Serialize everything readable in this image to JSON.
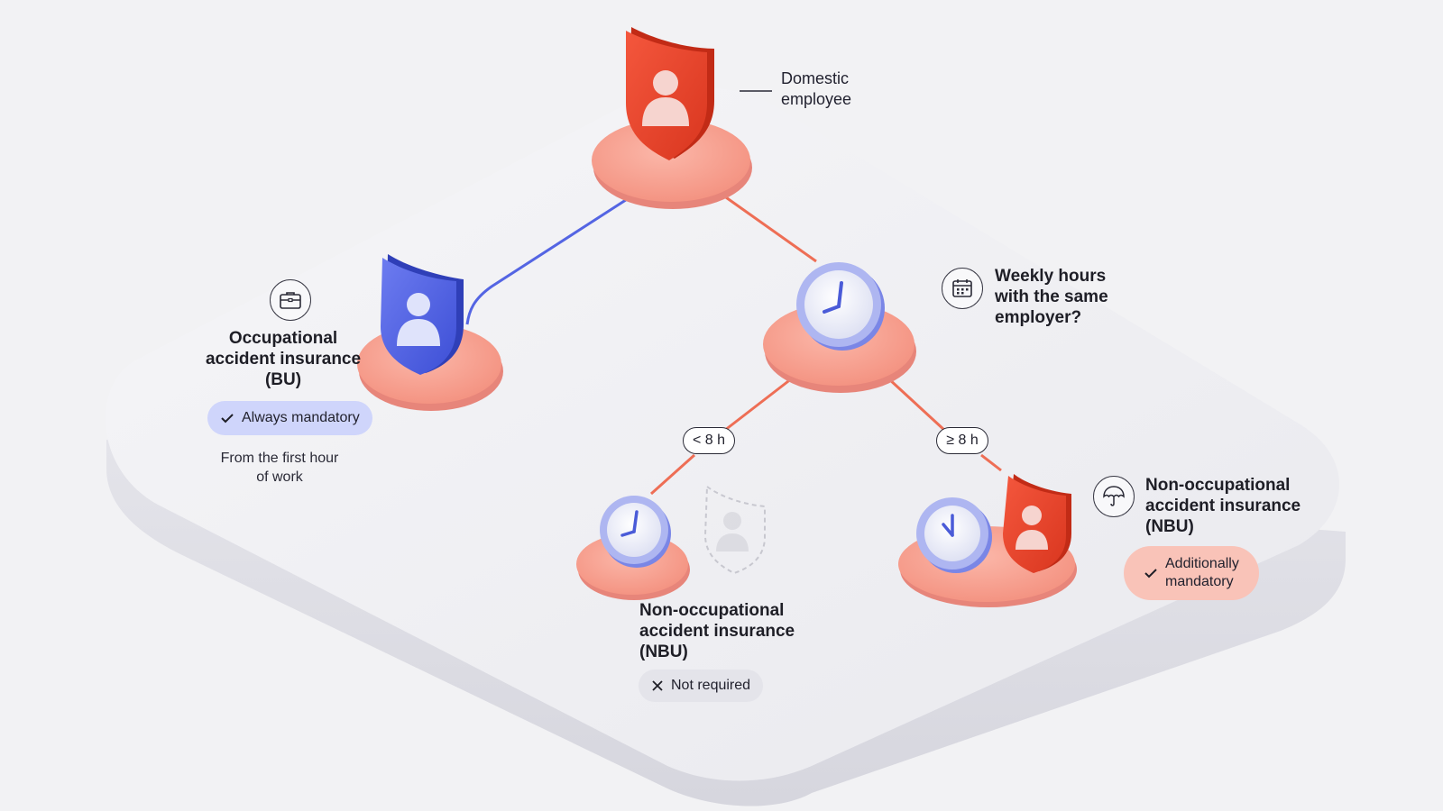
{
  "diagram": {
    "root": {
      "label_line1": "Domestic",
      "label_line2": "employee",
      "icon": "shield-person-icon"
    },
    "occupational": {
      "title_line1": "Occupational",
      "title_line2": "accident insurance",
      "title_line3": "(BU)",
      "badge": "Always mandatory",
      "note_line1": "From the first hour",
      "note_line2": "of work",
      "icon": "briefcase-icon"
    },
    "question": {
      "line1": "Weekly hours",
      "line2": "with the same",
      "line3": "employer?",
      "icon": "calendar-icon"
    },
    "branch_less": {
      "tag": "< 8 h",
      "title_line1": "Non-occupational",
      "title_line2": "accident insurance",
      "title_line3": "(NBU)",
      "badge": "Not required"
    },
    "branch_more": {
      "tag": "≥ 8 h",
      "title_line1": "Non-occupational",
      "title_line2": "accident insurance",
      "title_line3": "(NBU)",
      "badge_line1": "Additionally",
      "badge_line2": "mandatory",
      "icon": "umbrella-icon"
    }
  },
  "colors": {
    "red": "#ee4a32",
    "salmon": "#f6a394",
    "blue": "#5465e3",
    "platform": "#ebebef"
  }
}
